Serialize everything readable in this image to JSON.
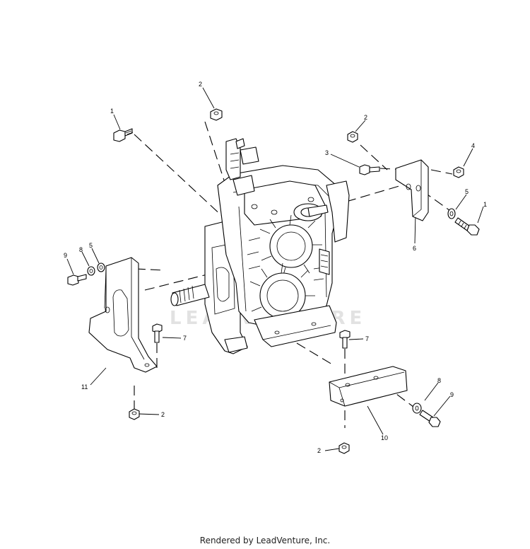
{
  "callouts": [
    {
      "id": "c-1a",
      "label": "1"
    },
    {
      "id": "c-2a",
      "label": "2"
    },
    {
      "id": "c-2b",
      "label": "2"
    },
    {
      "id": "c-3",
      "label": "3"
    },
    {
      "id": "c-4",
      "label": "4"
    },
    {
      "id": "c-5a",
      "label": "5"
    },
    {
      "id": "c-1b",
      "label": "1"
    },
    {
      "id": "c-6",
      "label": "6"
    },
    {
      "id": "c-9a",
      "label": "9"
    },
    {
      "id": "c-8a",
      "label": "8"
    },
    {
      "id": "c-5b",
      "label": "5"
    },
    {
      "id": "c-7a",
      "label": "7"
    },
    {
      "id": "c-7b",
      "label": "7"
    },
    {
      "id": "c-11",
      "label": "11"
    },
    {
      "id": "c-2c",
      "label": "2"
    },
    {
      "id": "c-8b",
      "label": "8"
    },
    {
      "id": "c-9b",
      "label": "9"
    },
    {
      "id": "c-10",
      "label": "10"
    },
    {
      "id": "c-2d",
      "label": "2"
    }
  ],
  "watermark": "LEADVENTURE",
  "footer": "Rendered by LeadVenture, Inc."
}
